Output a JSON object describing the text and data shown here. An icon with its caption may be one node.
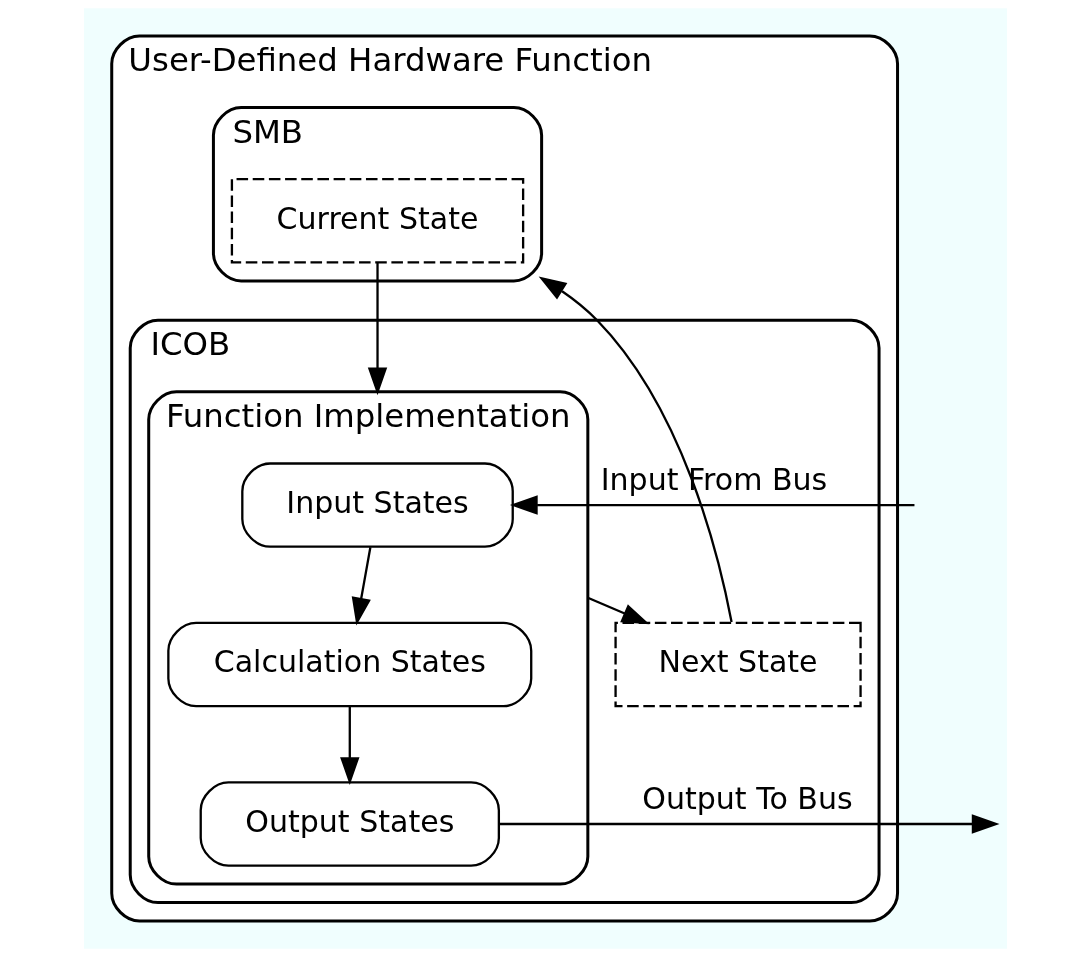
{
  "diagram": {
    "nodes": [
      {
        "text": [
          "User-Defined Hardware Function"
        ]
      },
      {
        "text": [
          "SMB"
        ],
        "in": 0
      },
      {
        "text": [
          "Current State"
        ],
        "in": 1
      },
      {
        "text": [
          "ICOB"
        ],
        "in": 0
      },
      {
        "text": [
          "Function Implementation"
        ],
        "in": 3
      },
      {
        "text": [
          "Input States"
        ],
        "in": 4
      },
      {
        "text": [
          "Calculation States"
        ],
        "in": 4
      },
      {
        "text": [
          "Output States"
        ],
        "in": 4
      },
      {
        "text": [
          "Next State"
        ],
        "in": 3
      }
    ],
    "edges": [
      {
        "from": 2,
        "to": 4,
        "arrow": "to"
      },
      {
        "from": null,
        "to": 5,
        "arrow": "to",
        "label": "Input From Bus"
      },
      {
        "from": 5,
        "to": 6,
        "arrow": "to"
      },
      {
        "from": 6,
        "to": 7,
        "arrow": "to"
      },
      {
        "from": 7,
        "to": null,
        "arrow": "to",
        "label": "Output To Bus"
      },
      {
        "from": 4,
        "to": 8,
        "arrow": "to"
      },
      {
        "from": 8,
        "to": 1,
        "arrow": "to"
      }
    ]
  }
}
